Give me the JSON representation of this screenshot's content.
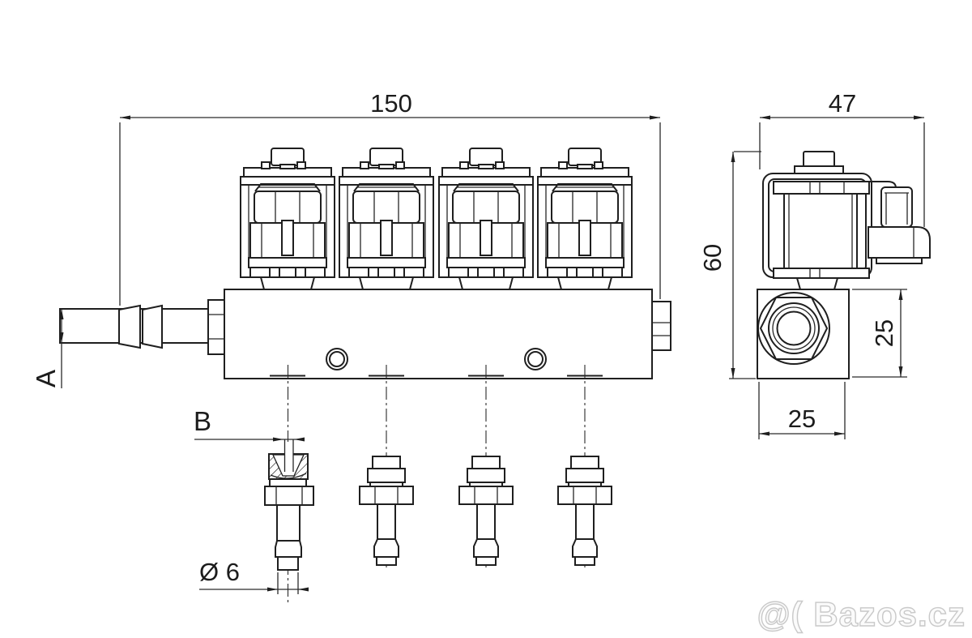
{
  "drawing": {
    "dims": {
      "length": "150",
      "side_width": "47",
      "height": "60",
      "block_height": "25",
      "block_width": "25",
      "nozzle_dia": "Ø 6"
    },
    "labels": {
      "inlet": "A",
      "bore": "B"
    },
    "watermark": "@( Bazos.cz",
    "colors": {
      "line": "#1f1f1f",
      "background": "#ffffff",
      "watermark_stroke": "#c9c9c9"
    }
  }
}
